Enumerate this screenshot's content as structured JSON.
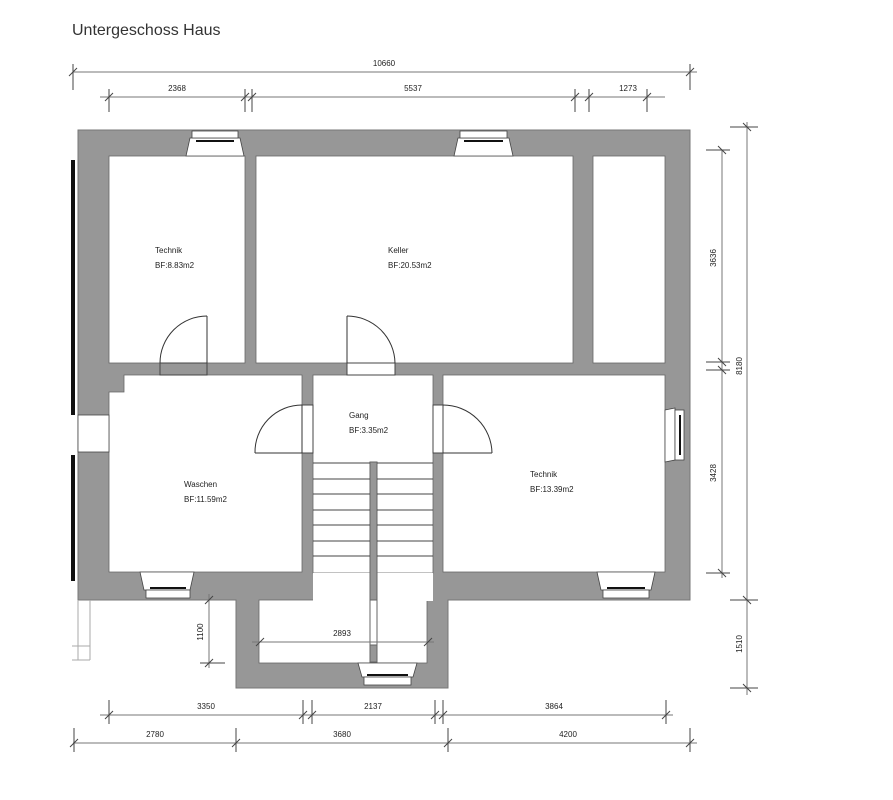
{
  "title": "Untergeschoss Haus",
  "colors": {
    "wall": "#979797",
    "room": "#ffffff",
    "line": "#444444"
  },
  "rooms": [
    {
      "name": "Technik",
      "area": "BF:8.83m2"
    },
    {
      "name": "Keller",
      "area": "BF:20.53m2"
    },
    {
      "name": "Gang",
      "area": "BF:3.35m2"
    },
    {
      "name": "Waschen",
      "area": "BF:11.59m2"
    },
    {
      "name": "Technik",
      "area": "BF:13.39m2"
    }
  ],
  "dimensions": {
    "top_total": "10660",
    "top": [
      "2368",
      "5537",
      "1273"
    ],
    "right_inner": [
      "3636",
      "3428"
    ],
    "right_total": "8180",
    "right_lower": "1510",
    "bottom_inner": [
      "3350",
      "2137",
      "3864"
    ],
    "bottom_outer": [
      "2780",
      "3680",
      "4200"
    ],
    "entrance_width": "2893",
    "entrance_depth": "1100"
  }
}
